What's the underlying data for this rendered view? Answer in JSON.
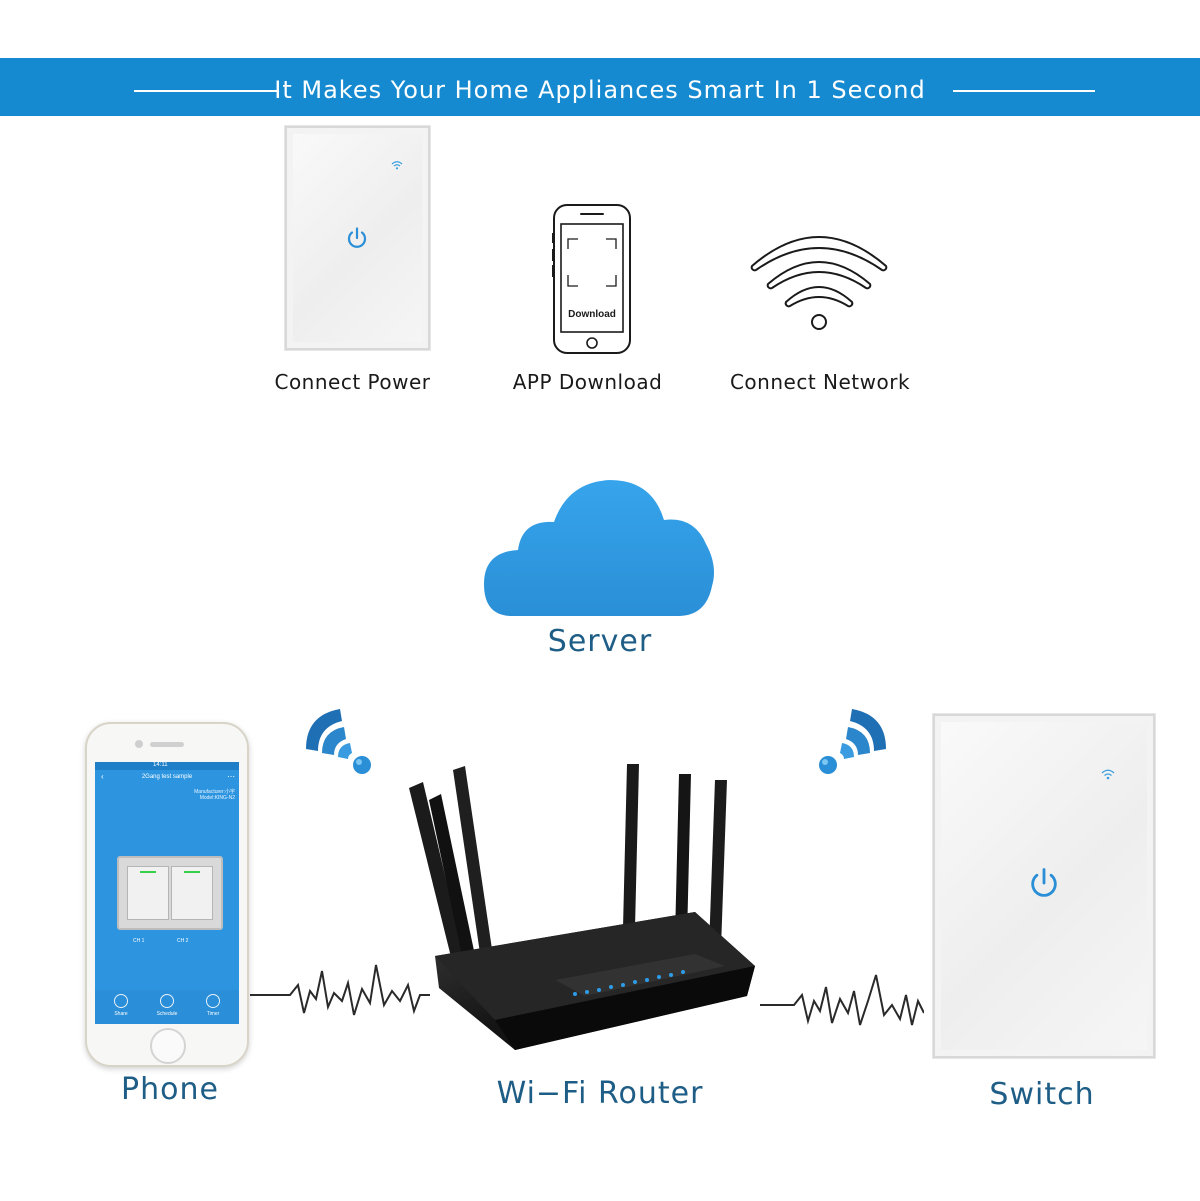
{
  "banner": {
    "title": "It Makes Your Home Appliances Smart In 1 Second"
  },
  "steps": [
    {
      "label": "Connect Power",
      "icon": "wall-switch-icon"
    },
    {
      "label": "APP Download",
      "icon": "smartphone-icon",
      "screen_text": "Download"
    },
    {
      "label": "Connect Network",
      "icon": "wifi-icon"
    }
  ],
  "diagram": {
    "server_label": "Server",
    "phone_label": "Phone",
    "router_label": "Wi−Fi Router",
    "switch_label": "Switch"
  },
  "phone_app": {
    "title": "2Gang test sample",
    "manufacturer": "Manufacturer:小宇",
    "model": "Model:KING-N2",
    "channels": [
      "CH 1",
      "CH 2"
    ],
    "bottom_tabs": [
      "Share",
      "Schedule",
      "Timer"
    ],
    "time": "14:11"
  },
  "colors": {
    "banner": "#168ad0",
    "accent": "#2a8fd6",
    "label_blue": "#1e5d86"
  }
}
